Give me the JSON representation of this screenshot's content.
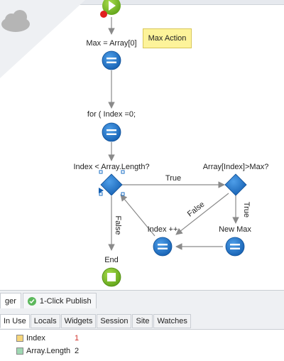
{
  "flow": {
    "nodes": {
      "max_assign": "Max = Array[0]",
      "for_init": "for ( Index =0;",
      "cond_length": "Index < Array.Length?",
      "cond_max": "Array[Index]>Max?",
      "new_max": "New Max",
      "index_inc": "Index ++",
      "end": "End"
    },
    "edges": {
      "true_1": "True",
      "true_2": "True",
      "false_1": "False",
      "false_2": "False"
    },
    "callout": "Max Action"
  },
  "bottom_panel": {
    "tabs": [
      "ger",
      "1-Click Publish"
    ],
    "subtabs": [
      "In Use",
      "Locals",
      "Widgets",
      "Session",
      "Site",
      "Watches"
    ],
    "variables": [
      {
        "name": "Index",
        "value": "1",
        "swatch": "#f6d57a",
        "value_color": "#d0302a"
      },
      {
        "name": "Array.Length",
        "value": "2",
        "swatch": "#9fd8b3",
        "value_color": "#222222"
      }
    ]
  },
  "colors": {
    "assign_blue": "#1b6fc4",
    "decision_blue": "#1b6fc4",
    "start_end_green": "#7cbf22",
    "callout_yellow": "#fdf39a"
  }
}
